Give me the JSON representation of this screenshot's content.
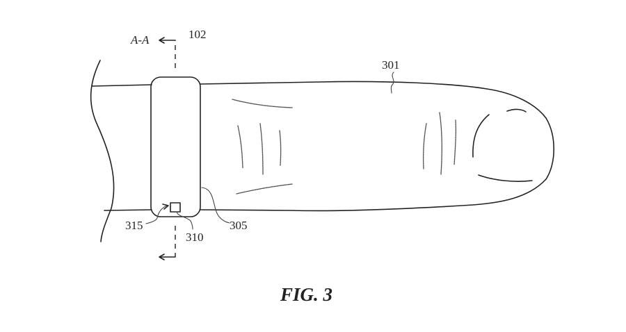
{
  "figure": {
    "caption": "FIG. 3",
    "section_label": "A-A",
    "labels": {
      "device": "102",
      "finger": "301",
      "ring_band": "305",
      "sensor": "310",
      "sensor_surface": "315"
    }
  }
}
